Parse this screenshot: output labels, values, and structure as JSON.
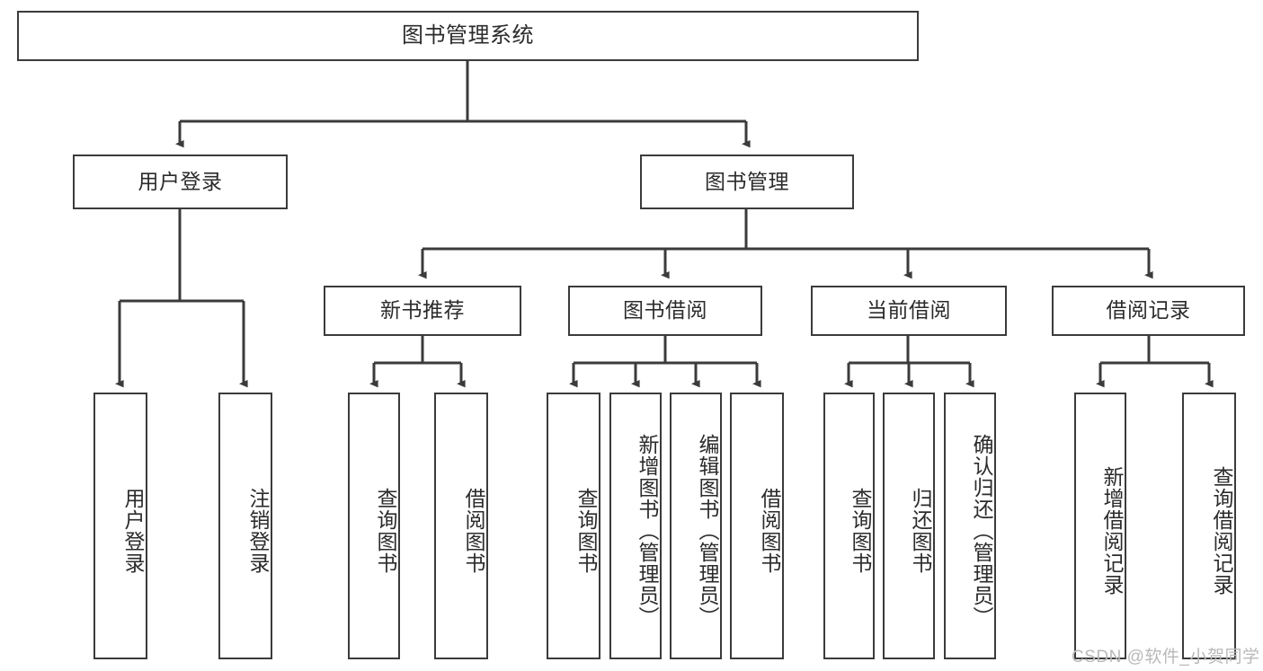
{
  "diagram": {
    "title_label": "图书管理系统",
    "style": {
      "box_border_color": "#3b3b3b",
      "box_fill_color": "#ffffff",
      "connector_color": "#3b3b3b",
      "text_color": "#2b2b2b",
      "background_color": "#ffffff",
      "watermark_color": "#b9b9b9"
    },
    "root": {
      "id": "root",
      "label": "图书管理系统",
      "orientation": "horizontal"
    },
    "level1": [
      {
        "id": "user-login",
        "label": "用户登录",
        "orientation": "horizontal"
      },
      {
        "id": "book-management",
        "label": "图书管理",
        "orientation": "horizontal"
      }
    ],
    "level2": [
      {
        "id": "new-book-recommend",
        "label": "新书推荐",
        "orientation": "horizontal",
        "parent": "book-management"
      },
      {
        "id": "book-borrow",
        "label": "图书借阅",
        "orientation": "horizontal",
        "parent": "book-management"
      },
      {
        "id": "current-borrow",
        "label": "当前借阅",
        "orientation": "horizontal",
        "parent": "book-management"
      },
      {
        "id": "borrow-record",
        "label": "借阅记录",
        "orientation": "horizontal",
        "parent": "book-management"
      }
    ],
    "leaves": [
      {
        "id": "leaf-user-login",
        "label": "用户登录",
        "orientation": "vertical",
        "parent": "user-login"
      },
      {
        "id": "leaf-logout-login",
        "label": "注销登录",
        "orientation": "vertical",
        "parent": "user-login"
      },
      {
        "id": "leaf-query-book-rec",
        "label": "查询图书",
        "orientation": "vertical",
        "parent": "new-book-recommend"
      },
      {
        "id": "leaf-borrow-book-rec",
        "label": "借阅图书",
        "orientation": "vertical",
        "parent": "new-book-recommend"
      },
      {
        "id": "leaf-query-book-borrow",
        "label": "查询图书",
        "orientation": "vertical",
        "parent": "book-borrow"
      },
      {
        "id": "leaf-add-book",
        "label": "新增图书（管理员）",
        "orientation": "vertical",
        "parent": "book-borrow"
      },
      {
        "id": "leaf-edit-book",
        "label": "编辑图书（管理员）",
        "orientation": "vertical",
        "parent": "book-borrow"
      },
      {
        "id": "leaf-borrow-book",
        "label": "借阅图书",
        "orientation": "vertical",
        "parent": "book-borrow"
      },
      {
        "id": "leaf-query-book-current",
        "label": "查询图书",
        "orientation": "vertical",
        "parent": "current-borrow"
      },
      {
        "id": "leaf-return-book",
        "label": "归还图书",
        "orientation": "vertical",
        "parent": "current-borrow"
      },
      {
        "id": "leaf-confirm-return",
        "label": "确认归还（管理员）",
        "orientation": "vertical",
        "parent": "current-borrow"
      },
      {
        "id": "leaf-add-borrow-record",
        "label": "新增借阅记录",
        "orientation": "vertical",
        "parent": "borrow-record"
      },
      {
        "id": "leaf-query-borrow-record",
        "label": "查询借阅记录",
        "orientation": "vertical",
        "parent": "borrow-record"
      }
    ],
    "watermark": "CSDN @软件_小贺同学"
  }
}
